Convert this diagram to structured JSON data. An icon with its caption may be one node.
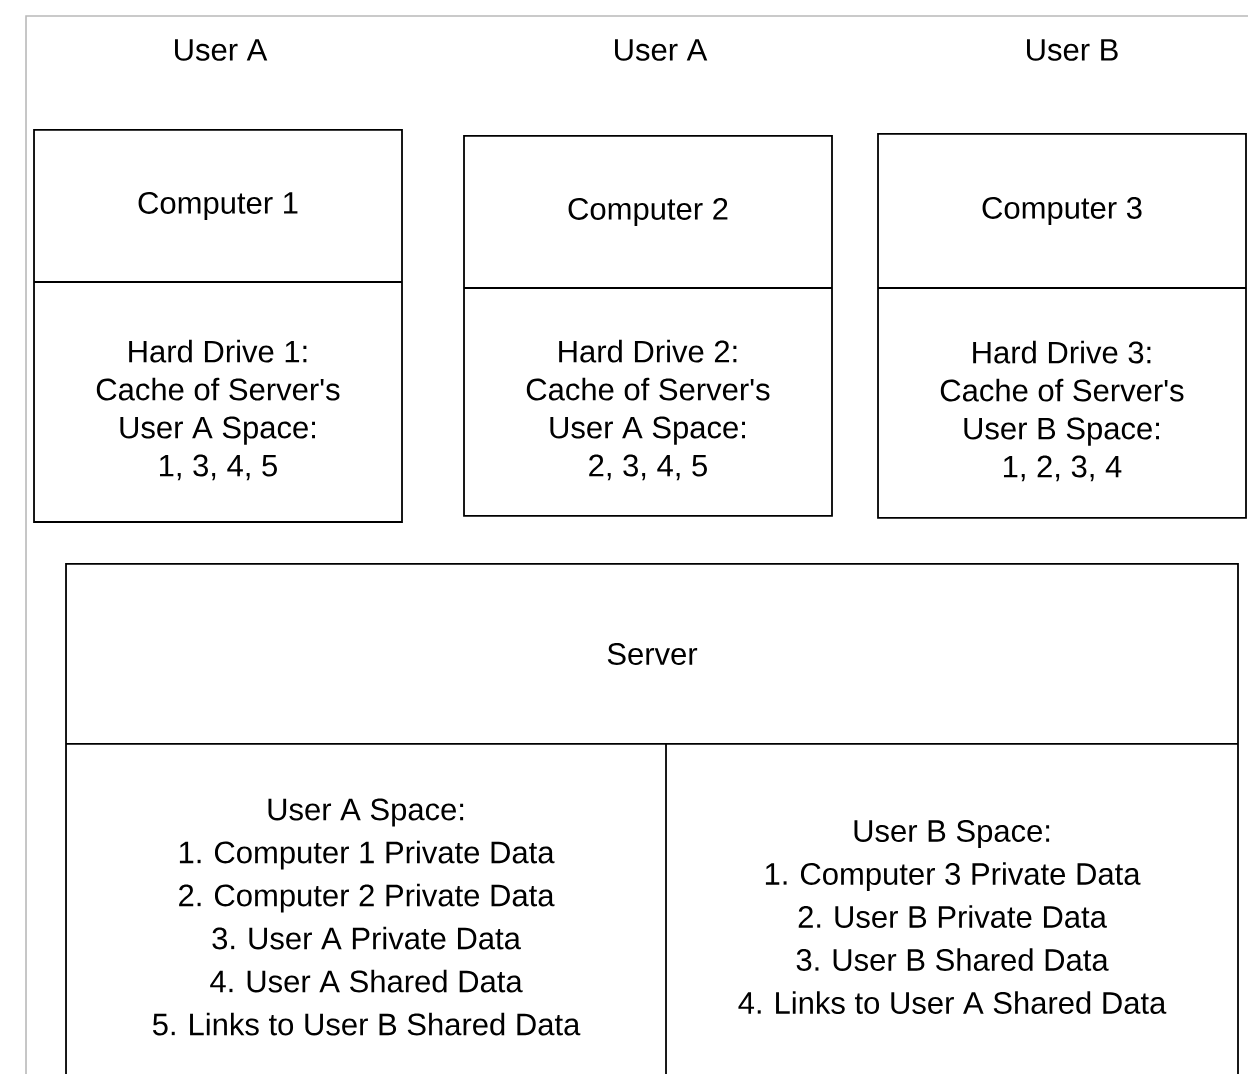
{
  "diagram": {
    "nodes": [
      {
        "text": [
          "Computer 1",
          "Hard Drive 1: Cache of Server's User A Space: 1, 3, 4, 5"
        ],
        "beside": [
          "User A"
        ]
      },
      {
        "text": [
          "Computer 2",
          "Hard Drive 2: Cache of Server's User A Space: 2, 3, 4, 5"
        ],
        "beside": [
          "User A"
        ]
      },
      {
        "text": [
          "Computer 3",
          "Hard Drive 3: Cache of Server's User B Space: 1, 2, 3, 4"
        ],
        "beside": [
          "User B"
        ]
      },
      {
        "text": [
          "Server"
        ]
      },
      {
        "text": [
          "User A Space: 1. Computer 1 Private Data 2. Computer 2 Private Data 3. User A Private Data 4. User A Shared Data 5. Links to User B Shared Data"
        ],
        "in": 3
      },
      {
        "text": [
          "User B Space: 1. Computer 3 Private Data 2. User B Private Data 3. User B Shared Data 4. Links to User A Shared Data"
        ],
        "in": 3
      }
    ],
    "edges": []
  }
}
